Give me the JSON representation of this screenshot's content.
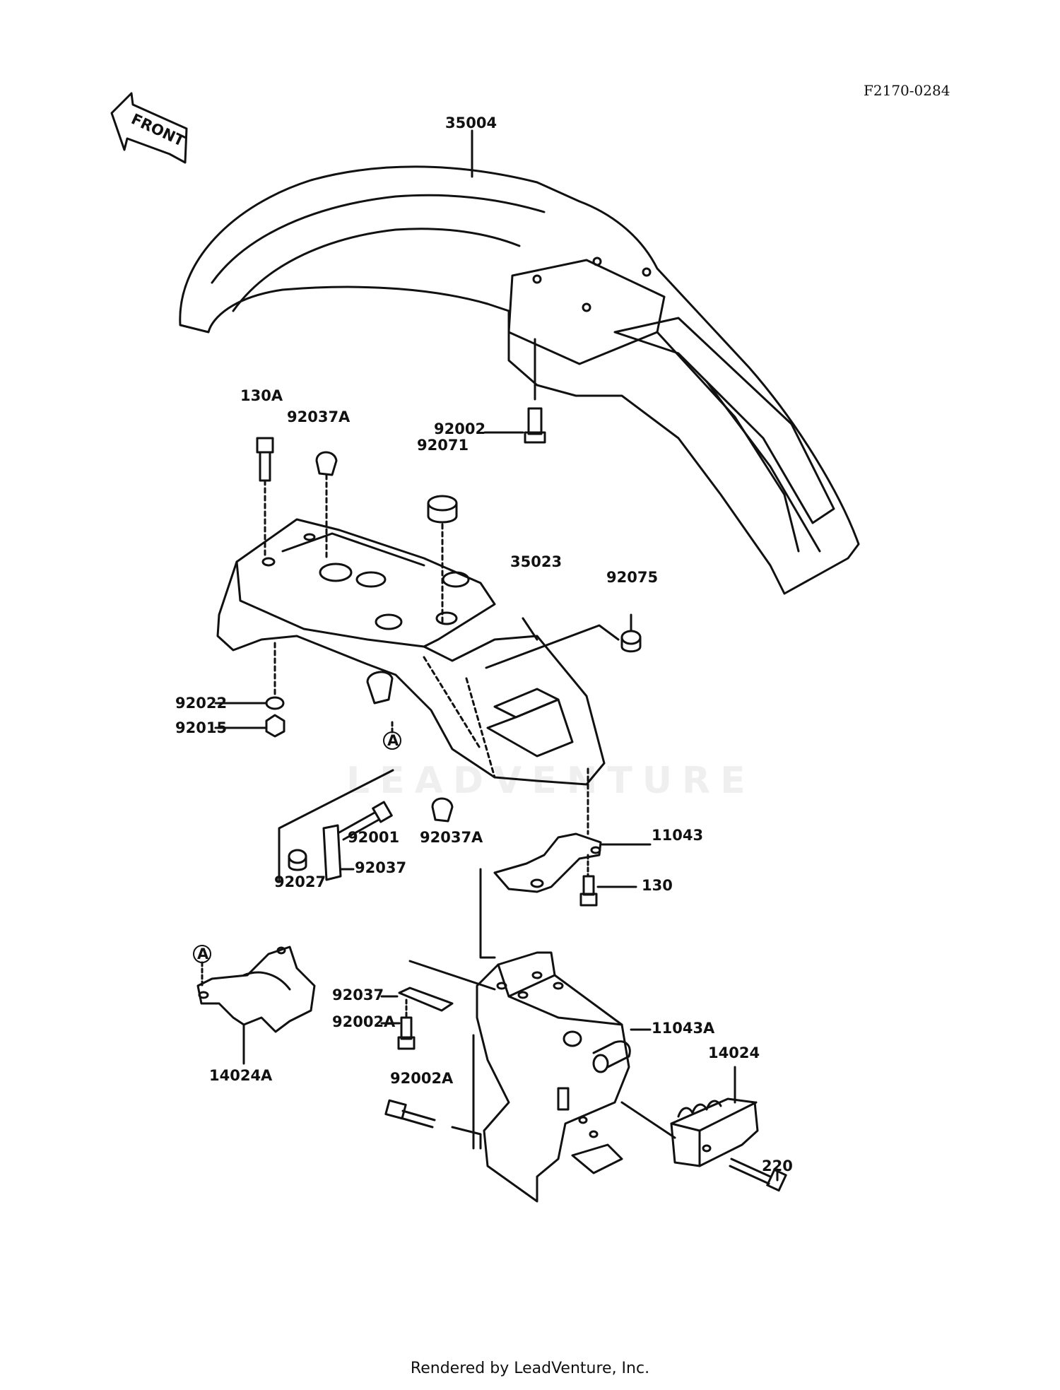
{
  "header": {
    "figure_code": "F2170-0284",
    "front_arrow_label": "FRONT"
  },
  "callouts": [
    {
      "code": "35004"
    },
    {
      "code": "130A"
    },
    {
      "code": "92037A"
    },
    {
      "code": "92071"
    },
    {
      "code": "92002"
    },
    {
      "code": "35023"
    },
    {
      "code": "92075"
    },
    {
      "code": "92022"
    },
    {
      "code": "92015"
    },
    {
      "code": "92001"
    },
    {
      "code": "92037A"
    },
    {
      "code": "11043"
    },
    {
      "code": "92027"
    },
    {
      "code": "92037"
    },
    {
      "code": "130"
    },
    {
      "code": "92037"
    },
    {
      "code": "92002A"
    },
    {
      "code": "11043A"
    },
    {
      "code": "14024"
    },
    {
      "code": "14024A"
    },
    {
      "code": "92002A"
    },
    {
      "code": "220"
    }
  ],
  "reference_marks": [
    "A",
    "A"
  ],
  "watermark": "LEADVENTURE",
  "footer": {
    "credit": "Rendered by LeadVenture, Inc."
  }
}
